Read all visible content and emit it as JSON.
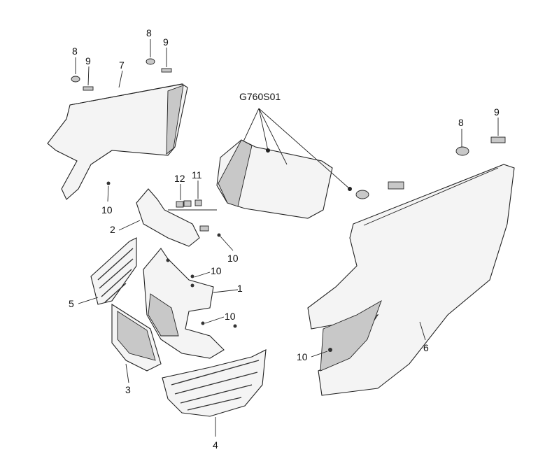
{
  "diagram": {
    "reference_code": "G760S01",
    "labels": {
      "l8a": "8",
      "l9a": "9",
      "l7": "7",
      "l8b": "8",
      "l9b": "9",
      "l8c": "8",
      "l9c": "9",
      "l12": "12",
      "l11": "11",
      "l10a": "10",
      "l2": "2",
      "l10b": "10",
      "l10c": "10",
      "l1": "1",
      "l5": "5",
      "l10d": "10",
      "l6": "6",
      "l10e": "10",
      "l3": "3",
      "l4": "4"
    }
  }
}
